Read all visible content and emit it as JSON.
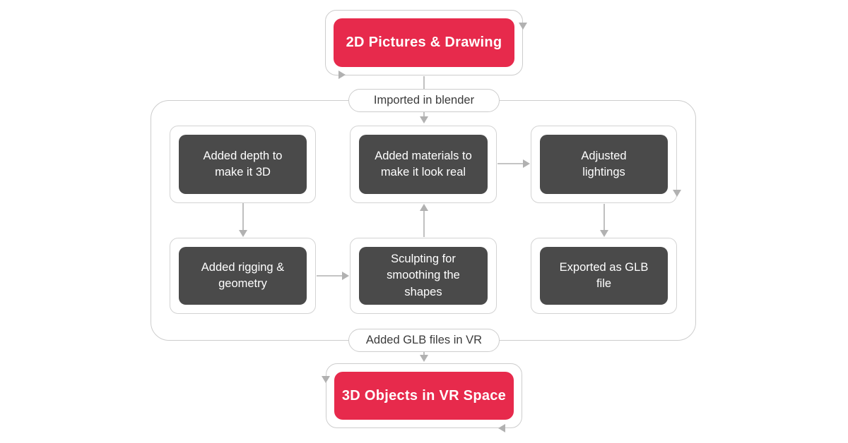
{
  "colors": {
    "accent_red": "#e72a4c",
    "process_box_dark": "#4a4a4a",
    "card_border_gray": "#cdcdcd",
    "arrow_gray": "#b1b1b1",
    "background": "#ffffff"
  },
  "diagram": {
    "start_node": {
      "label": "2D Pictures & Drawing"
    },
    "transition_top": {
      "label": "Imported in blender"
    },
    "process_nodes": [
      {
        "id": "added-depth",
        "label": "Added depth to\nmake it 3D"
      },
      {
        "id": "added-materials",
        "label": "Added materials to\nmake it look real"
      },
      {
        "id": "adjusted-lightings",
        "label": "Adjusted\nlightings"
      },
      {
        "id": "added-rigging",
        "label": "Added rigging &\ngeometry"
      },
      {
        "id": "sculpting",
        "label": "Sculpting for\nsmoothing the\nshapes"
      },
      {
        "id": "exported-glb",
        "label": "Exported as GLB\nfile"
      }
    ],
    "transition_bottom": {
      "label": "Added GLB files in VR"
    },
    "end_node": {
      "label": "3D Objects in VR Space"
    }
  }
}
